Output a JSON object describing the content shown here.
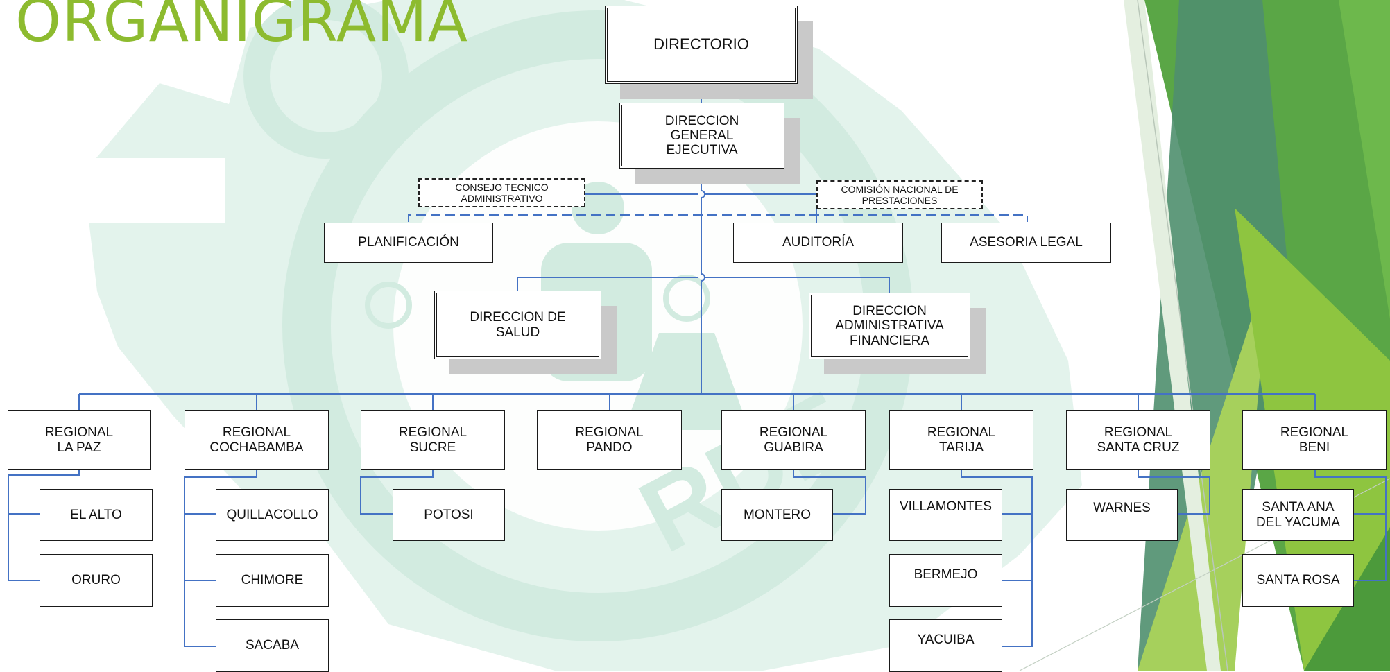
{
  "slide": {
    "title": "ORGANIGRAMA",
    "accent_color": "#8dbb2f",
    "line_color": "#4472c4",
    "background_art": [
      "green-shield-watermark",
      "green-triangle-corner"
    ]
  },
  "nodes": {
    "directorio": "DIRECTORIO",
    "direccion_general": "DIRECCION\nGENERAL\nEJECUTIVA",
    "consejo_tecnico": "CONSEJO TECNICO\nADMINISTRATIVO",
    "comision_nacional": "COMISIÓN NACIONAL DE\nPRESTACIONES",
    "planificacion": "PLANIFICACIÓN",
    "auditoria": "AUDITORÍA",
    "asesoria_legal": "ASESORIA LEGAL",
    "direccion_salud": "DIRECCION DE\nSALUD",
    "direccion_administrativa": "DIRECCION\nADMINISTRATIVA\nFINANCIERA"
  },
  "regionales": [
    {
      "label": "REGIONAL\nLA PAZ",
      "branches": [
        "EL ALTO",
        "ORURO"
      ]
    },
    {
      "label": "REGIONAL\nCOCHABAMBA",
      "branches": [
        "QUILLACOLLO",
        "CHIMORE",
        "SACABA"
      ]
    },
    {
      "label": "REGIONAL\nSUCRE",
      "branches": [
        "POTOSI"
      ]
    },
    {
      "label": "REGIONAL\nPANDO",
      "branches": []
    },
    {
      "label": "REGIONAL\nGUABIRA",
      "branches": [
        "MONTERO"
      ]
    },
    {
      "label": "REGIONAL\nTARIJA",
      "branches": [
        "VILLAMONTES",
        "BERMEJO",
        "YACUIBA"
      ]
    },
    {
      "label": "REGIONAL\nSANTA CRUZ",
      "branches": [
        "WARNES"
      ]
    },
    {
      "label": "REGIONAL\nBENI",
      "branches": [
        "SANTA ANA\nDEL YACUMA",
        "SANTA ROSA"
      ]
    }
  ]
}
